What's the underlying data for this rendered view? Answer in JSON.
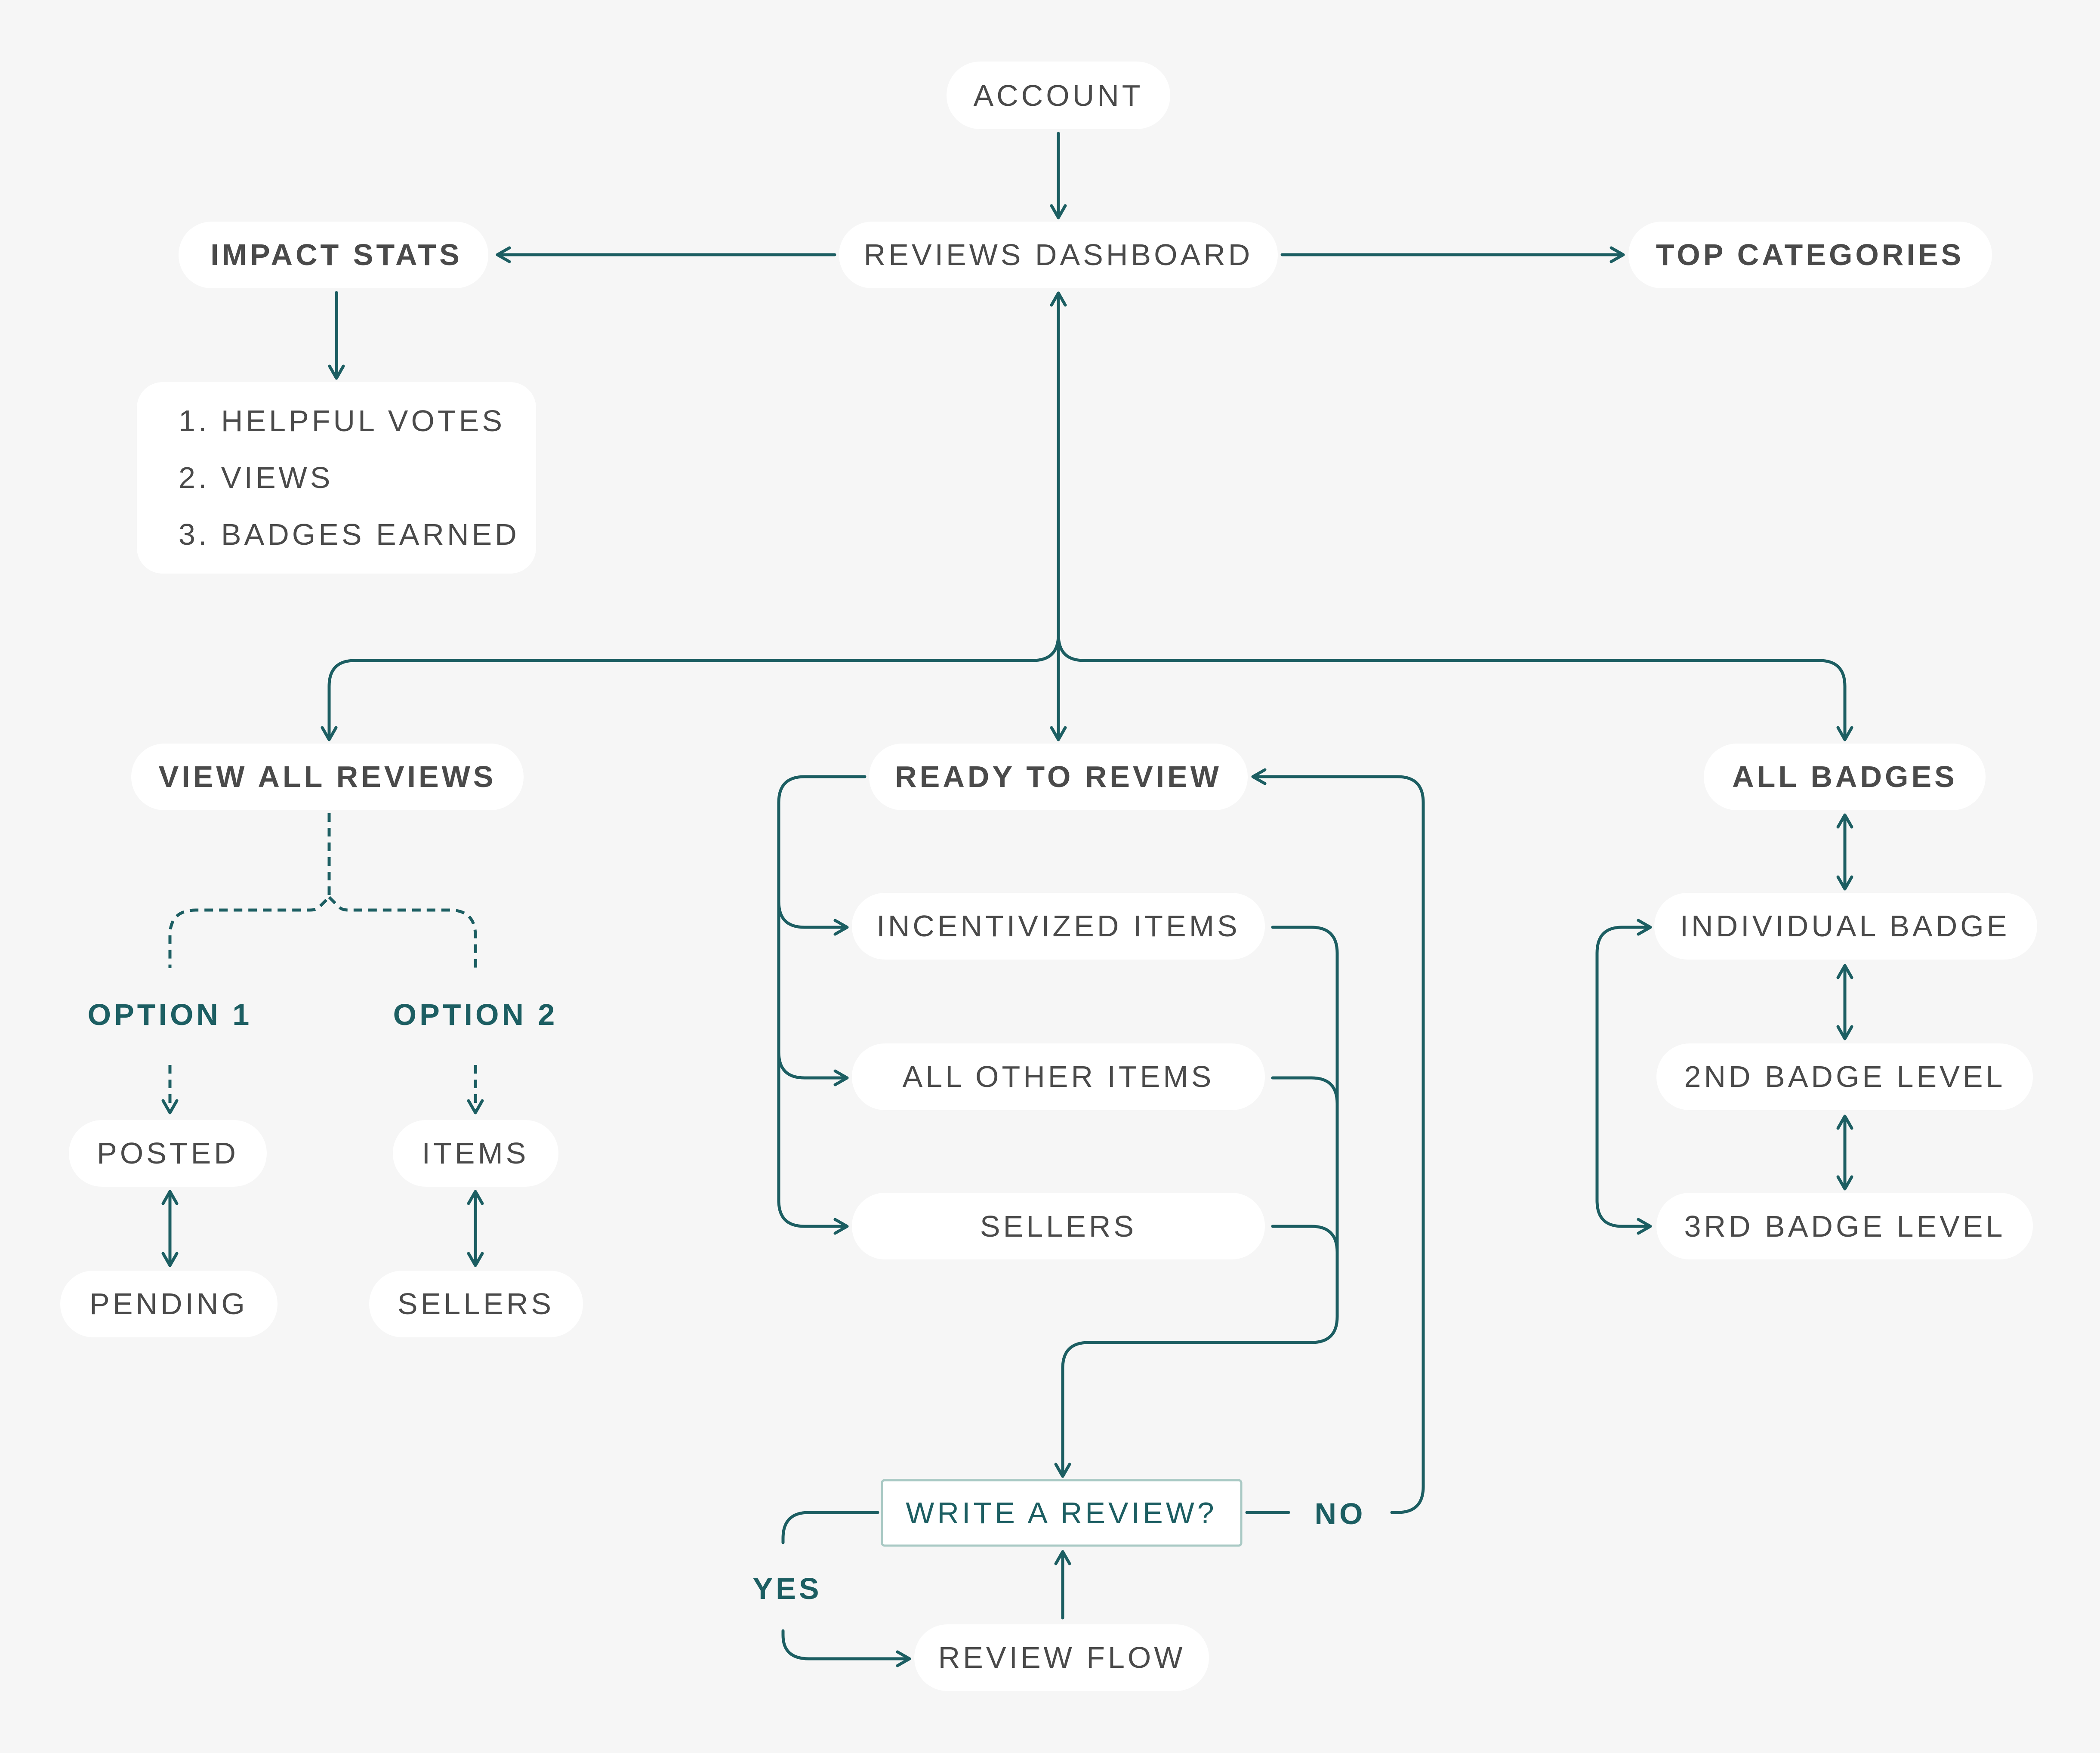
{
  "colors": {
    "background": "#f6f6f6",
    "node_fill": "#ffffff",
    "text": "#4a4a4a",
    "accent": "#1c5e62",
    "decision_border": "#a9c9c4"
  },
  "nodes": {
    "account": "ACCOUNT",
    "reviews_dashboard": "REVIEWS DASHBOARD",
    "impact_stats": "IMPACT STATS",
    "top_categories": "TOP CATEGORIES",
    "impact_list": [
      "1. HELPFUL VOTES",
      "2. VIEWS",
      "3. BADGES EARNED"
    ],
    "view_all_reviews": "VIEW ALL REVIEWS",
    "ready_to_review": "READY TO REVIEW",
    "all_badges": "ALL BADGES",
    "option_1": "OPTION 1",
    "option_2": "OPTION 2",
    "posted": "POSTED",
    "pending": "PENDING",
    "items": "ITEMS",
    "sellers_left": "SELLERS",
    "incentivized_items": "INCENTIVIZED ITEMS",
    "all_other_items": "ALL OTHER ITEMS",
    "sellers_mid": "SELLERS",
    "write_a_review": "WRITE A REVIEW?",
    "no": "NO",
    "yes": "YES",
    "review_flow": "REVIEW FLOW",
    "individual_badge": "INDIVIDUAL BADGE",
    "badge_level_2": "2ND BADGE LEVEL",
    "badge_level_3": "3RD BADGE LEVEL"
  }
}
